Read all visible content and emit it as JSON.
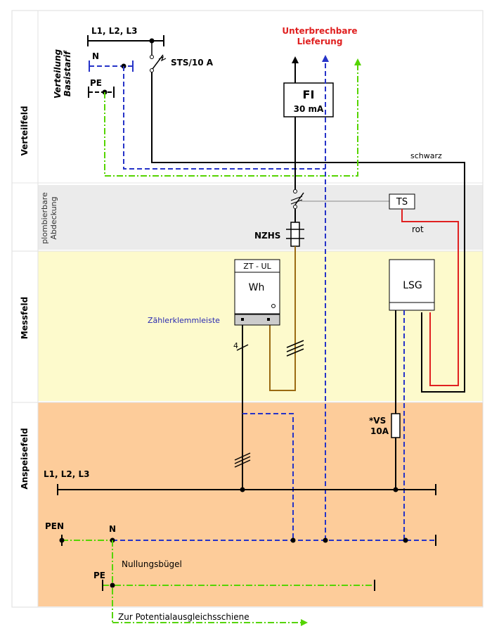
{
  "sections": {
    "verteilfeld": "Verteilfeld",
    "abdeckung_line1": "plombierbare",
    "abdeckung_line2": "Abdeckung",
    "messfeld": "Messfeld",
    "anspeisefeld": "Anspeisefeld"
  },
  "verteilung": {
    "line1": "Verteilung",
    "line2": "Basistarif"
  },
  "labels": {
    "top_bus": "L1, L2, L3",
    "n_top": "N",
    "pe_top": "PE",
    "sts": "STS/10 A",
    "unterbrechbar_line1": "Unterbrechbare",
    "unterbrechbar_line2": "Lieferung",
    "fi_title": "FI",
    "fi_rating": "30 mA",
    "schwarz": "schwarz",
    "ts": "TS",
    "rot": "rot",
    "nzhs": "NZHS",
    "zt_ul": "ZT - UL",
    "wh": "Wh",
    "lsg": "LSG",
    "zaehlerklemmleiste": "Zählerklemmleiste",
    "four": "4",
    "vs_line1": "*VS",
    "vs_line2": "10A",
    "bottom_bus": "L1, L2, L3",
    "pen": "PEN",
    "n_bottom": "N",
    "nullungsbuegel": "Nullungsbügel",
    "pe_bottom": "PE",
    "potential": "Zur Potentialausgleichsschiene"
  },
  "colors": {
    "verteilfeld_bg": "#ffffff",
    "abdeckung_bg": "#ebebeb",
    "messfeld_bg": "#fdfacc",
    "anspeisefeld_bg": "#fdcc9a",
    "phase": "#000000",
    "neutral": "#2633c8",
    "pe": "#55d400",
    "red_wire": "#e02020",
    "brown_wire": "#9a6a12",
    "red_text": "#e02020",
    "blue_text": "#2a2ab0"
  }
}
